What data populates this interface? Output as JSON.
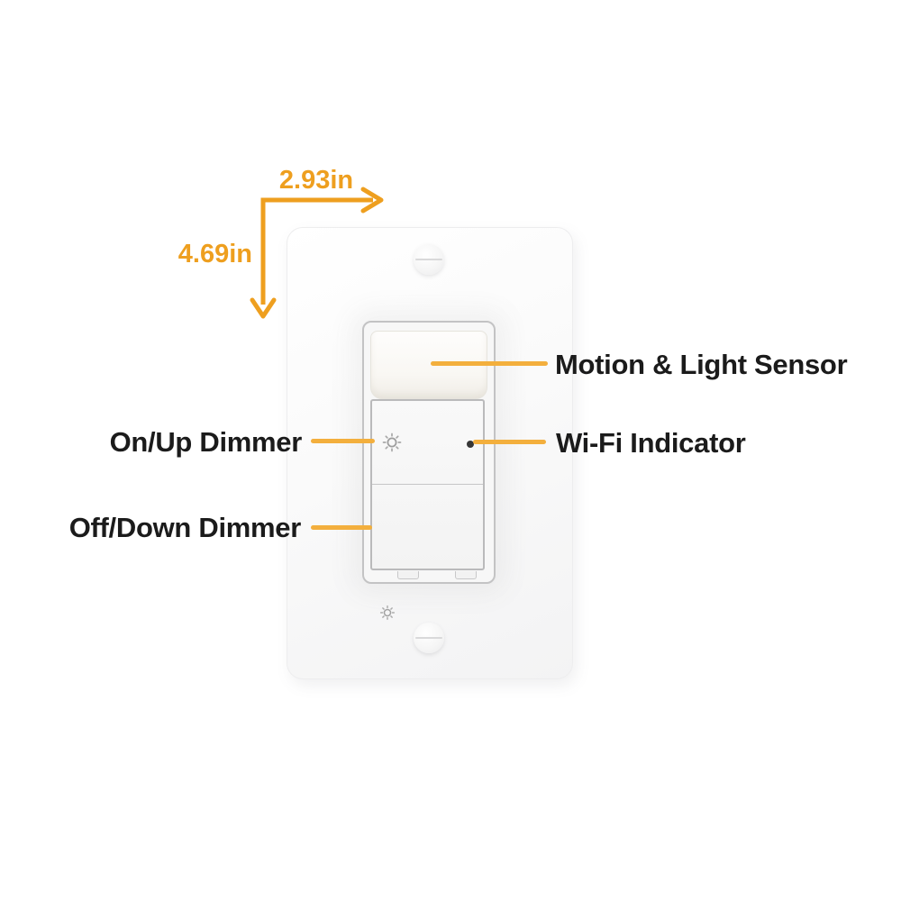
{
  "figure": {
    "type": "annotated-product-diagram",
    "subject": "in-wall motion sensor dimmer switch"
  },
  "dimensions": {
    "width_label": "2.93in",
    "height_label": "4.69in"
  },
  "callouts": {
    "motion_sensor": "Motion & Light Sensor",
    "wifi_indicator": "Wi-Fi Indicator",
    "on_up_dimmer": "On/Up Dimmer",
    "off_down_dimmer": "Off/Down Dimmer"
  },
  "icons": {
    "brightness_up": "sun-brightness-icon",
    "brightness_down": "sun-brightness-icon-small",
    "wifi_dot": "wifi-indicator-dot",
    "top_screw": "screw-slot",
    "bottom_screw": "screw-slot"
  },
  "colors": {
    "annotation_orange": "#EE9F1F",
    "leader_gold": "#F3AF3D",
    "label_text": "#1B1B1B",
    "plate_white": "#FAFAFA",
    "frame_gray": "#C3C3C4"
  }
}
